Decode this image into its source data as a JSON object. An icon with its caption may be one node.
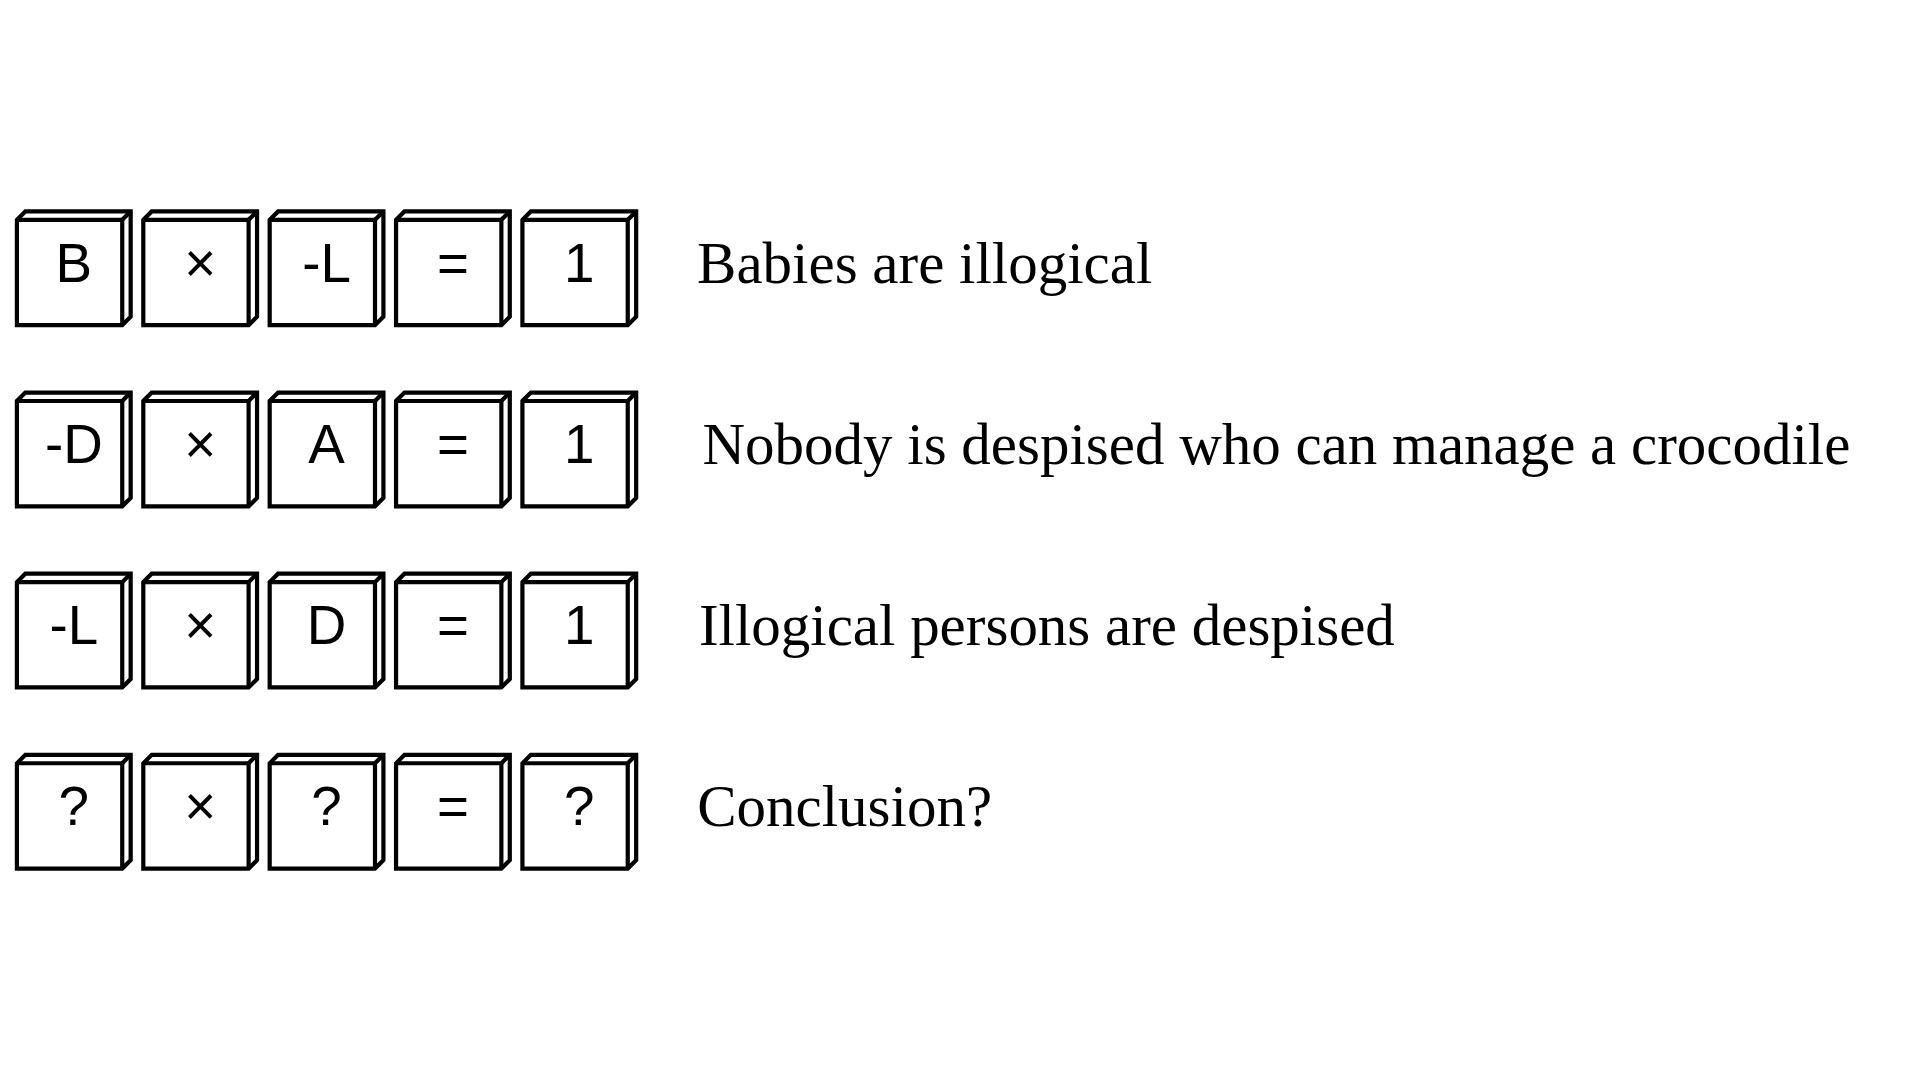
{
  "diagram": {
    "nodes": [
      {
        "text": [
          "B"
        ]
      },
      {
        "text": [
          "×"
        ]
      },
      {
        "text": [
          "-L"
        ]
      },
      {
        "text": [
          "="
        ]
      },
      {
        "text": [
          "1"
        ]
      },
      {
        "text": [
          "-D"
        ]
      },
      {
        "text": [
          "×"
        ]
      },
      {
        "text": [
          "A"
        ]
      },
      {
        "text": [
          "="
        ]
      },
      {
        "text": [
          "1"
        ]
      },
      {
        "text": [
          "-L"
        ]
      },
      {
        "text": [
          "×"
        ]
      },
      {
        "text": [
          "D"
        ]
      },
      {
        "text": [
          "="
        ]
      },
      {
        "text": [
          "1"
        ]
      },
      {
        "text": [
          "?"
        ]
      },
      {
        "text": [
          "×"
        ]
      },
      {
        "text": [
          "?"
        ]
      },
      {
        "text": [
          "="
        ]
      },
      {
        "text": [
          "?"
        ]
      }
    ],
    "edges": [],
    "labels": [
      "Babies are illogical",
      "Nobody is despised who can manage a crocodile",
      "Illogical persons are despised",
      "Conclusion?"
    ]
  }
}
